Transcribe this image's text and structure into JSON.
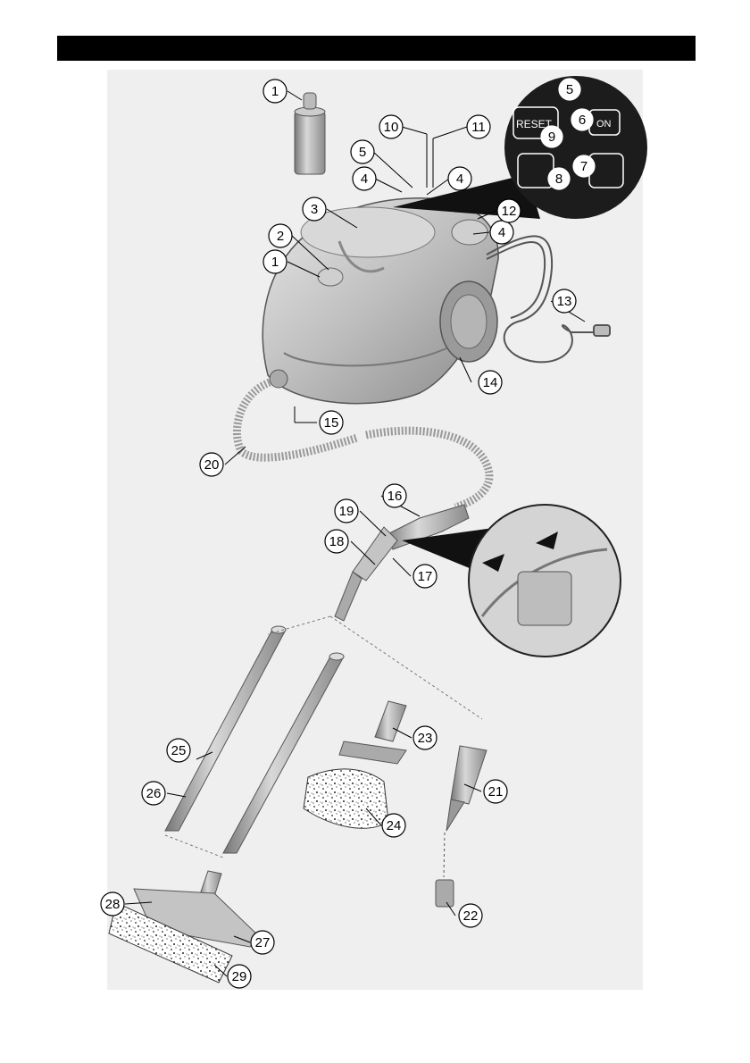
{
  "header": {
    "bar": ""
  },
  "callouts": [
    {
      "id": "c1a",
      "label": "1"
    },
    {
      "id": "c1b",
      "label": "1"
    },
    {
      "id": "c2",
      "label": "2"
    },
    {
      "id": "c3",
      "label": "3"
    },
    {
      "id": "c4a",
      "label": "4"
    },
    {
      "id": "c4b",
      "label": "4"
    },
    {
      "id": "c4c",
      "label": "4"
    },
    {
      "id": "c5a",
      "label": "5"
    },
    {
      "id": "c5b",
      "label": "5"
    },
    {
      "id": "c6",
      "label": "6"
    },
    {
      "id": "c7",
      "label": "7"
    },
    {
      "id": "c8",
      "label": "8"
    },
    {
      "id": "c9",
      "label": "9"
    },
    {
      "id": "c10",
      "label": "10"
    },
    {
      "id": "c11",
      "label": "11"
    },
    {
      "id": "c12",
      "label": "12"
    },
    {
      "id": "c13",
      "label": "13"
    },
    {
      "id": "c14",
      "label": "14"
    },
    {
      "id": "c15",
      "label": "15"
    },
    {
      "id": "c16",
      "label": "16"
    },
    {
      "id": "c17",
      "label": "17"
    },
    {
      "id": "c18",
      "label": "18"
    },
    {
      "id": "c19",
      "label": "19"
    },
    {
      "id": "c20",
      "label": "20"
    },
    {
      "id": "c21",
      "label": "21"
    },
    {
      "id": "c22",
      "label": "22"
    },
    {
      "id": "c23",
      "label": "23"
    },
    {
      "id": "c24",
      "label": "24"
    },
    {
      "id": "c25",
      "label": "25"
    },
    {
      "id": "c26",
      "label": "26"
    },
    {
      "id": "c27",
      "label": "27"
    },
    {
      "id": "c28",
      "label": "28"
    },
    {
      "id": "c29",
      "label": "29"
    }
  ],
  "control_panel": {
    "reset_label": "RESET",
    "on_label": "ON"
  },
  "colors": {
    "body": "#c9c9c9",
    "body_dark": "#8f8f8f",
    "panel": "#1c1c1c",
    "background": "#efefef"
  }
}
